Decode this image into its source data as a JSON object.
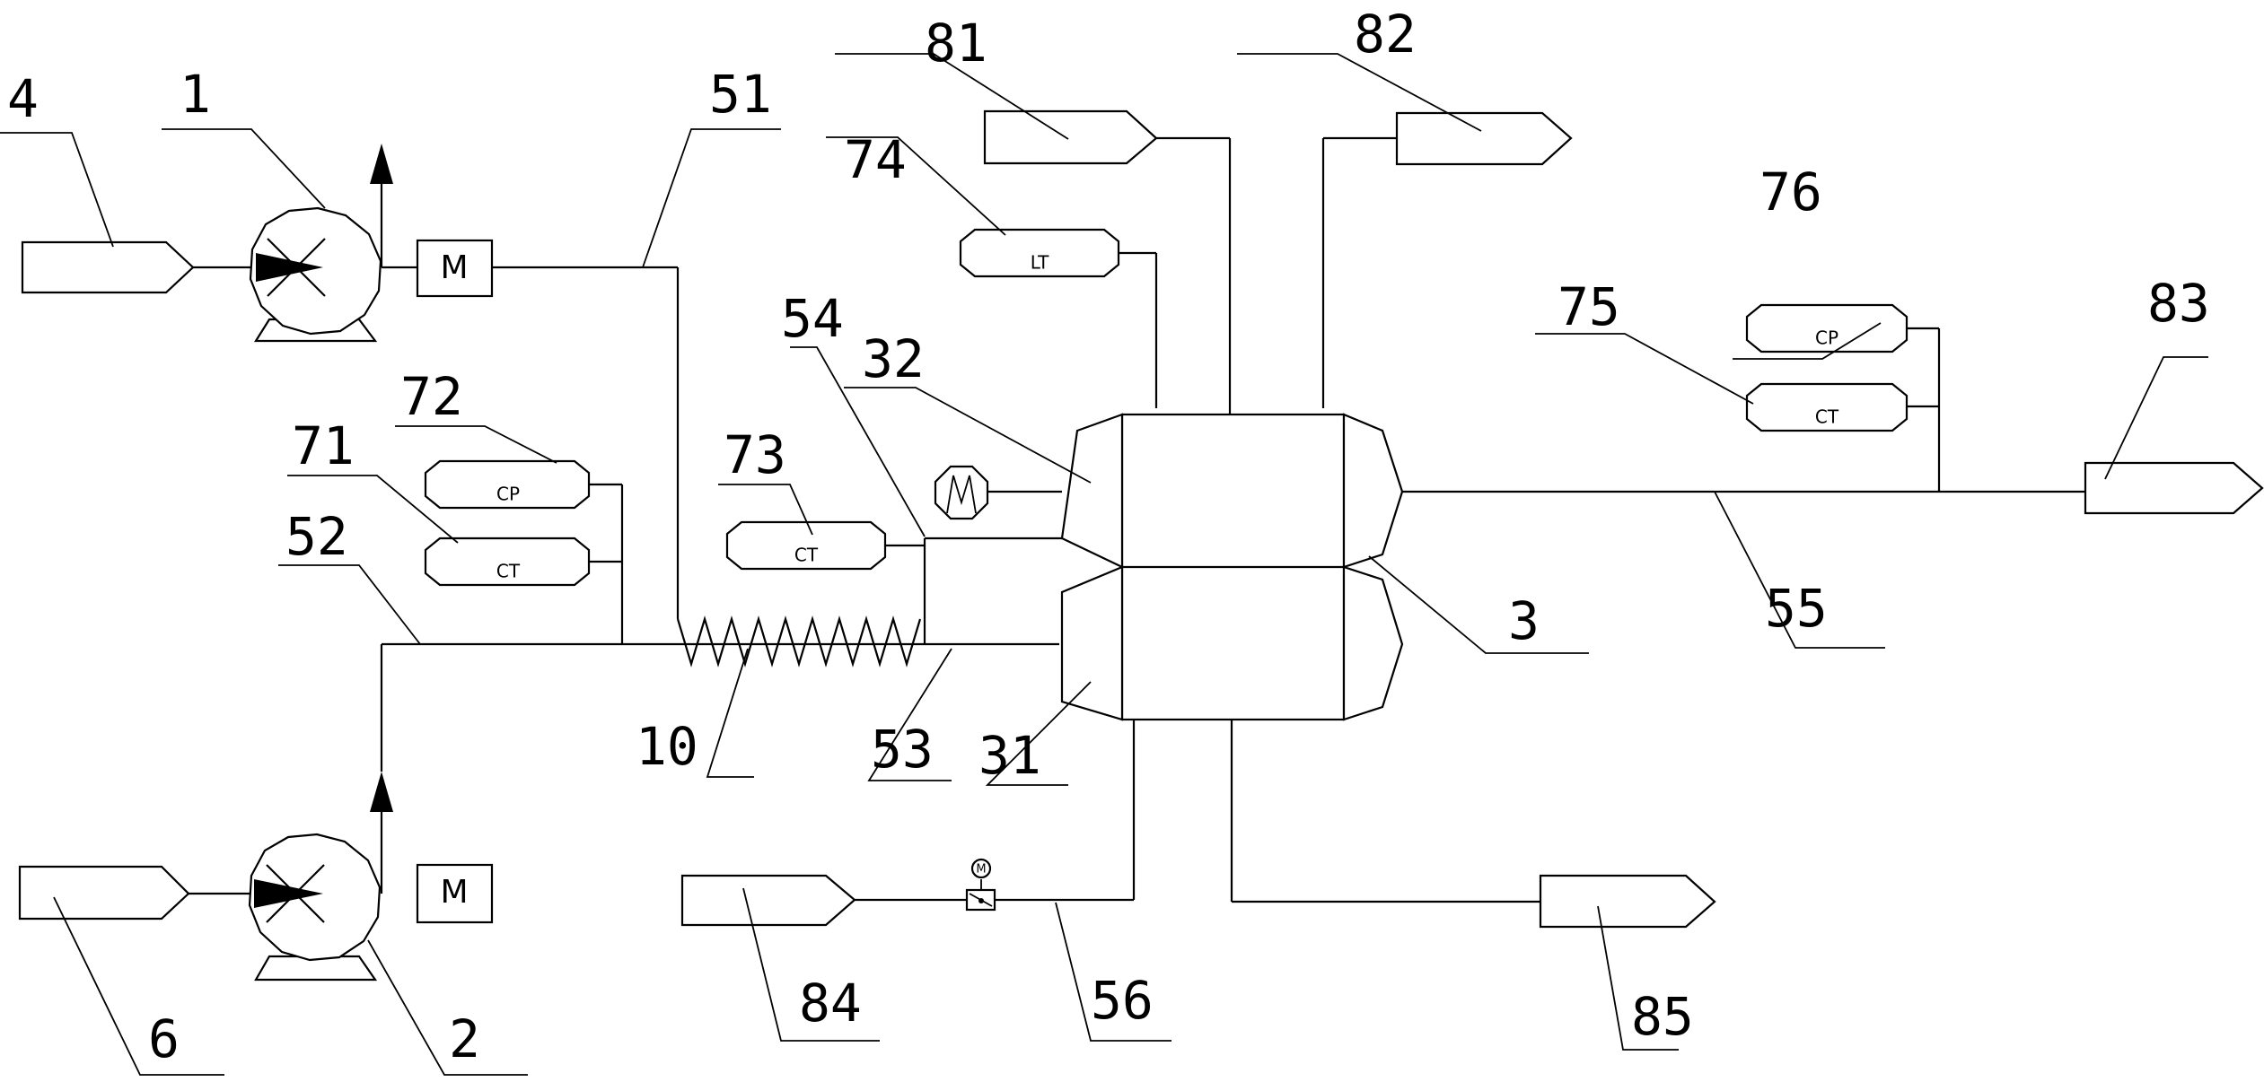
{
  "reference_numerals": {
    "n1": "1",
    "n2": "2",
    "n3": "3",
    "n4": "4",
    "n6": "6",
    "n10": "10",
    "n31": "31",
    "n32": "32",
    "n51": "51",
    "n52": "52",
    "n53": "53",
    "n54": "54",
    "n55": "55",
    "n56": "56",
    "n71": "71",
    "n72": "72",
    "n73": "73",
    "n74": "74",
    "n75": "75",
    "n76": "76",
    "n81": "81",
    "n82": "82",
    "n83": "83",
    "n84": "84",
    "n85": "85"
  },
  "instrument_tags": {
    "cp_72": "CP",
    "ct_71": "CT",
    "ct_73": "CT",
    "lt_74": "LT",
    "cp_76": "CP",
    "ct_75": "CT"
  },
  "motor_labels": {
    "motor_1": "M",
    "motor_2": "M",
    "valve_actuator": "M"
  }
}
